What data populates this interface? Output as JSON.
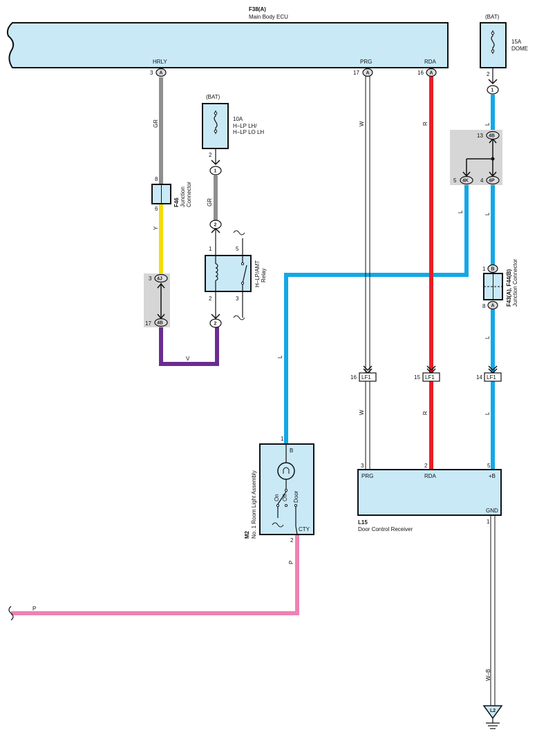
{
  "colors": {
    "component_fill": "#c9e9f7",
    "splice_fill": "#d6d6d6",
    "wire_gray": "#8f8f8f",
    "wire_yellow": "#f3dc08",
    "wire_violet": "#6b2c91",
    "wire_blue": "#12a8e8",
    "wire_red": "#e81e25",
    "wire_pink": "#ee82b4",
    "wire_white": "#ffffff"
  },
  "ecu": {
    "code": "F38(A)",
    "name": "Main Body ECU",
    "terminals": [
      {
        "name": "HRLY",
        "pin": "3",
        "connector": "A"
      },
      {
        "name": "PRG",
        "pin": "17",
        "connector": "A"
      },
      {
        "name": "RDA",
        "pin": "16",
        "connector": "A"
      }
    ]
  },
  "fuse_dome": {
    "source": "(BAT)",
    "rating": "15A",
    "name": "DOME",
    "pin_out": "2",
    "connector": "1"
  },
  "fuse_hlp": {
    "source": "(BAT)",
    "rating": "10A",
    "name_line1": "H–LP LH/",
    "name_line2": "H–LP LO LH",
    "pin_out": "2",
    "connector": "1"
  },
  "relay": {
    "name_line1": "H–LP/AMT",
    "name_line2": "Relay",
    "pins": [
      "1",
      "5",
      "2",
      "3"
    ],
    "connector_top": "2",
    "connector_bottom": "2"
  },
  "junction_f46": {
    "code": "F46",
    "name_line1": "Junction",
    "name_line2": "Connector",
    "pin_top": "8",
    "pin_bottom": "6"
  },
  "splice_left": {
    "top_pin": "3",
    "top_conn": "4J",
    "bottom_pin": "17",
    "bottom_conn": "4B"
  },
  "splice_right": {
    "top_pin": "13",
    "top_conn": "4B",
    "left_pin": "5",
    "left_conn": "4K",
    "right_pin": "4",
    "right_conn": "4P"
  },
  "junction_f43": {
    "code": "F43(A), F44(B)",
    "name": "Junction Connector",
    "pin_top": "1",
    "conn_top": "B",
    "pin_bottom": "8",
    "conn_bottom": "A"
  },
  "lf1": {
    "label": "LF1",
    "pins": [
      "16",
      "15",
      "14"
    ]
  },
  "room_light": {
    "code": "M2",
    "name": "No. 1 Room Light Assembly",
    "pin_top": "1",
    "term_top": "B",
    "sw_on": "On",
    "sw_off": "Off",
    "sw_door": "Door",
    "term_bottom": "CTY",
    "pin_bottom": "2"
  },
  "receiver": {
    "code": "L15",
    "name": "Door Control Receiver",
    "terminals": [
      {
        "name": "PRG",
        "pin": "3"
      },
      {
        "name": "RDA",
        "pin": "2"
      },
      {
        "name": "+B",
        "pin": "5"
      }
    ],
    "gnd_name": "GND",
    "gnd_pin": "1"
  },
  "ground": {
    "label": "L2"
  },
  "wire_codes": {
    "gr_ecu": "GR",
    "gr_fuse": "GR",
    "y": "Y",
    "v": "V",
    "w_top": "W",
    "r_top": "R",
    "l_top": "L",
    "l_splice": "L",
    "l_mid": "L",
    "l_left": "L",
    "w_bottom": "W",
    "r_bottom": "R",
    "l_bottom": "L",
    "p_vertical": "P",
    "p_horizontal": "P",
    "wb": "W–B"
  }
}
